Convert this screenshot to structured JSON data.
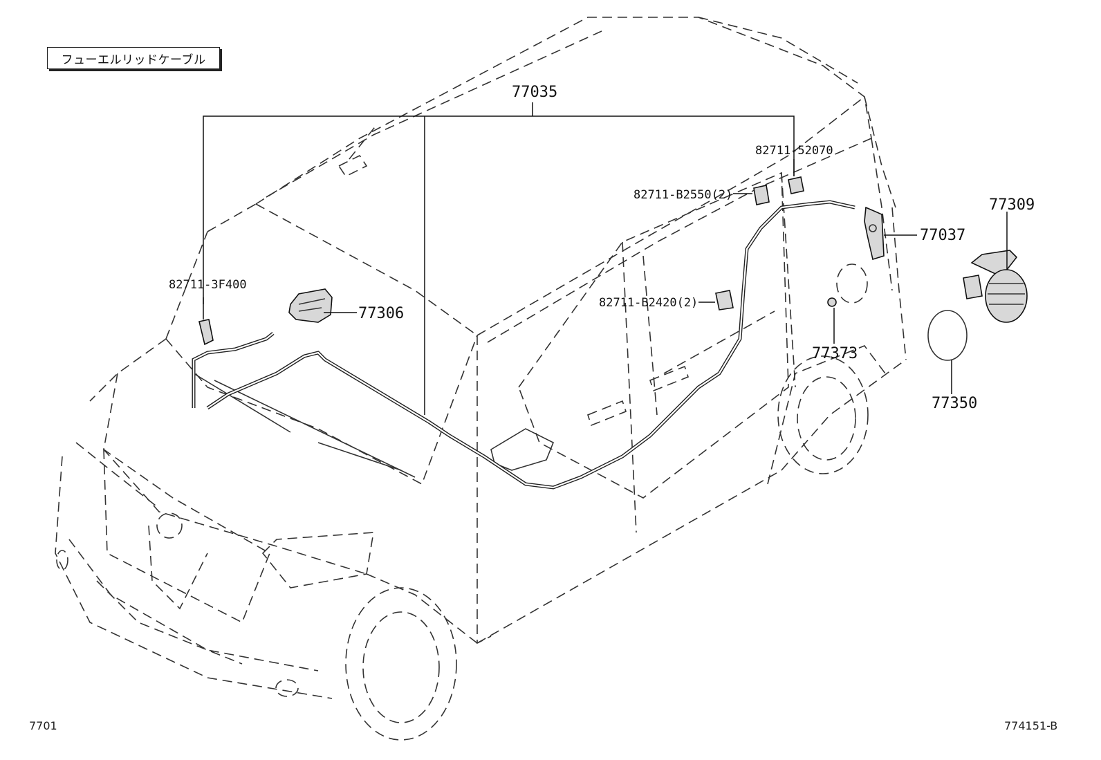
{
  "diagram": {
    "title": "フューエルリッドケーブル",
    "page_code": "7701",
    "figure_code": "774151-B"
  },
  "parts": [
    {
      "id": "p77035",
      "number": "77035"
    },
    {
      "id": "p82711_52070",
      "number": "82711-52070"
    },
    {
      "id": "p82711_B2550",
      "number": "82711-B2550(2)"
    },
    {
      "id": "p77037",
      "number": "77037"
    },
    {
      "id": "p77309",
      "number": "77309"
    },
    {
      "id": "p82711_3F400",
      "number": "82711-3F400"
    },
    {
      "id": "p77306",
      "number": "77306"
    },
    {
      "id": "p82711_B2420",
      "number": "82711-B2420(2)"
    },
    {
      "id": "p77373",
      "number": "77373"
    },
    {
      "id": "p77350",
      "number": "77350"
    }
  ]
}
